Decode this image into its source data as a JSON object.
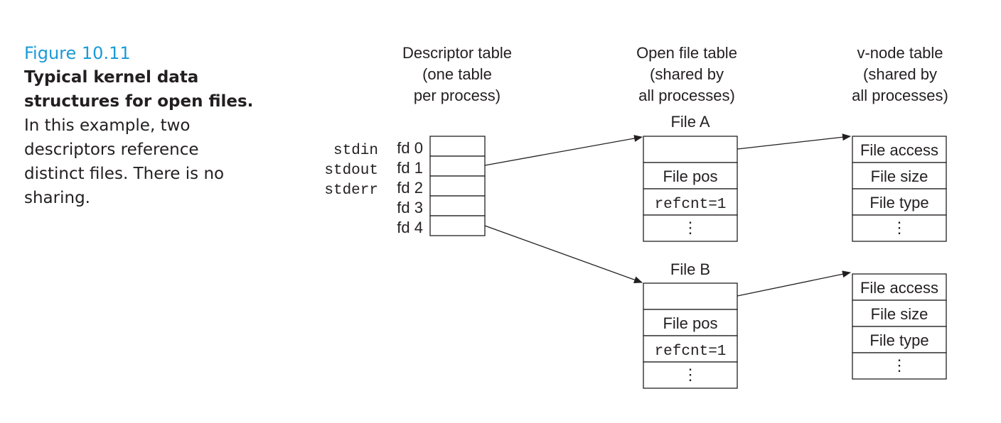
{
  "figure": {
    "label": "Figure 10.11",
    "title": "Typical kernel data structures for open files.",
    "body": " In this example, two descriptors reference distinct files. There is no sharing."
  },
  "headers": {
    "descriptor": [
      "Descriptor table",
      "(one table",
      "per process)"
    ],
    "open_file": [
      "Open file table",
      "(shared by",
      "all processes)"
    ],
    "vnode": [
      "v-node table",
      "(shared by",
      "all processes)"
    ]
  },
  "descriptor_table": {
    "std_names": [
      "stdin",
      "stdout",
      "stderr"
    ],
    "fds": [
      "fd 0",
      "fd 1",
      "fd 2",
      "fd 3",
      "fd 4"
    ]
  },
  "open_files": [
    {
      "name": "File A",
      "rows": [
        "",
        "File pos",
        "refcnt=1",
        "⋮"
      ]
    },
    {
      "name": "File B",
      "rows": [
        "",
        "File pos",
        "refcnt=1",
        "⋮"
      ]
    }
  ],
  "vnodes": [
    {
      "rows": [
        "File access",
        "File size",
        "File type",
        "⋮"
      ]
    },
    {
      "rows": [
        "File access",
        "File size",
        "File type",
        "⋮"
      ]
    }
  ]
}
